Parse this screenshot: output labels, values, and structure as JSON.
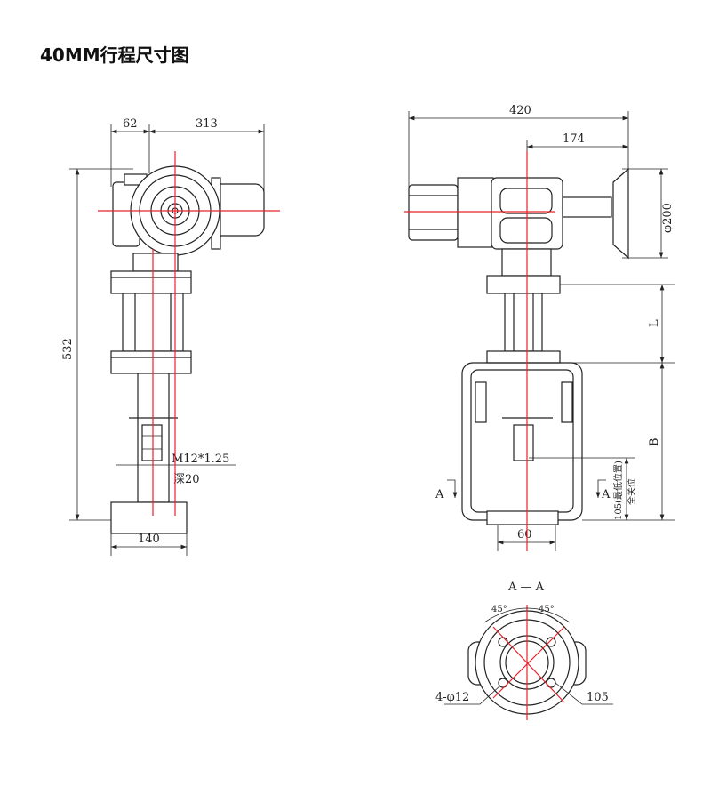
{
  "title": "40MM行程尺寸图",
  "left_view": {
    "dim_flange_offset": "62",
    "dim_motor_length": "313",
    "dim_total_height": "532",
    "dim_base_width": "140",
    "thread_spec": "M12*1.25",
    "thread_depth": "深20"
  },
  "right_view": {
    "dim_total_width": "420",
    "dim_handwheel_offset": "174",
    "dim_handwheel_diameter": "φ200",
    "dim_L": "L",
    "dim_B": "B",
    "dim_105": "105(最低位置)",
    "label_closed": "全关位",
    "dim_base_width": "60",
    "section_mark_left": "A",
    "section_mark_right": "A"
  },
  "section_view": {
    "title": "A — A",
    "angle_left": "45°",
    "angle_right": "45°",
    "holes": "4-φ12",
    "pcd": "105"
  },
  "colors": {
    "centerline": "#e8232a",
    "line": "#222222"
  }
}
